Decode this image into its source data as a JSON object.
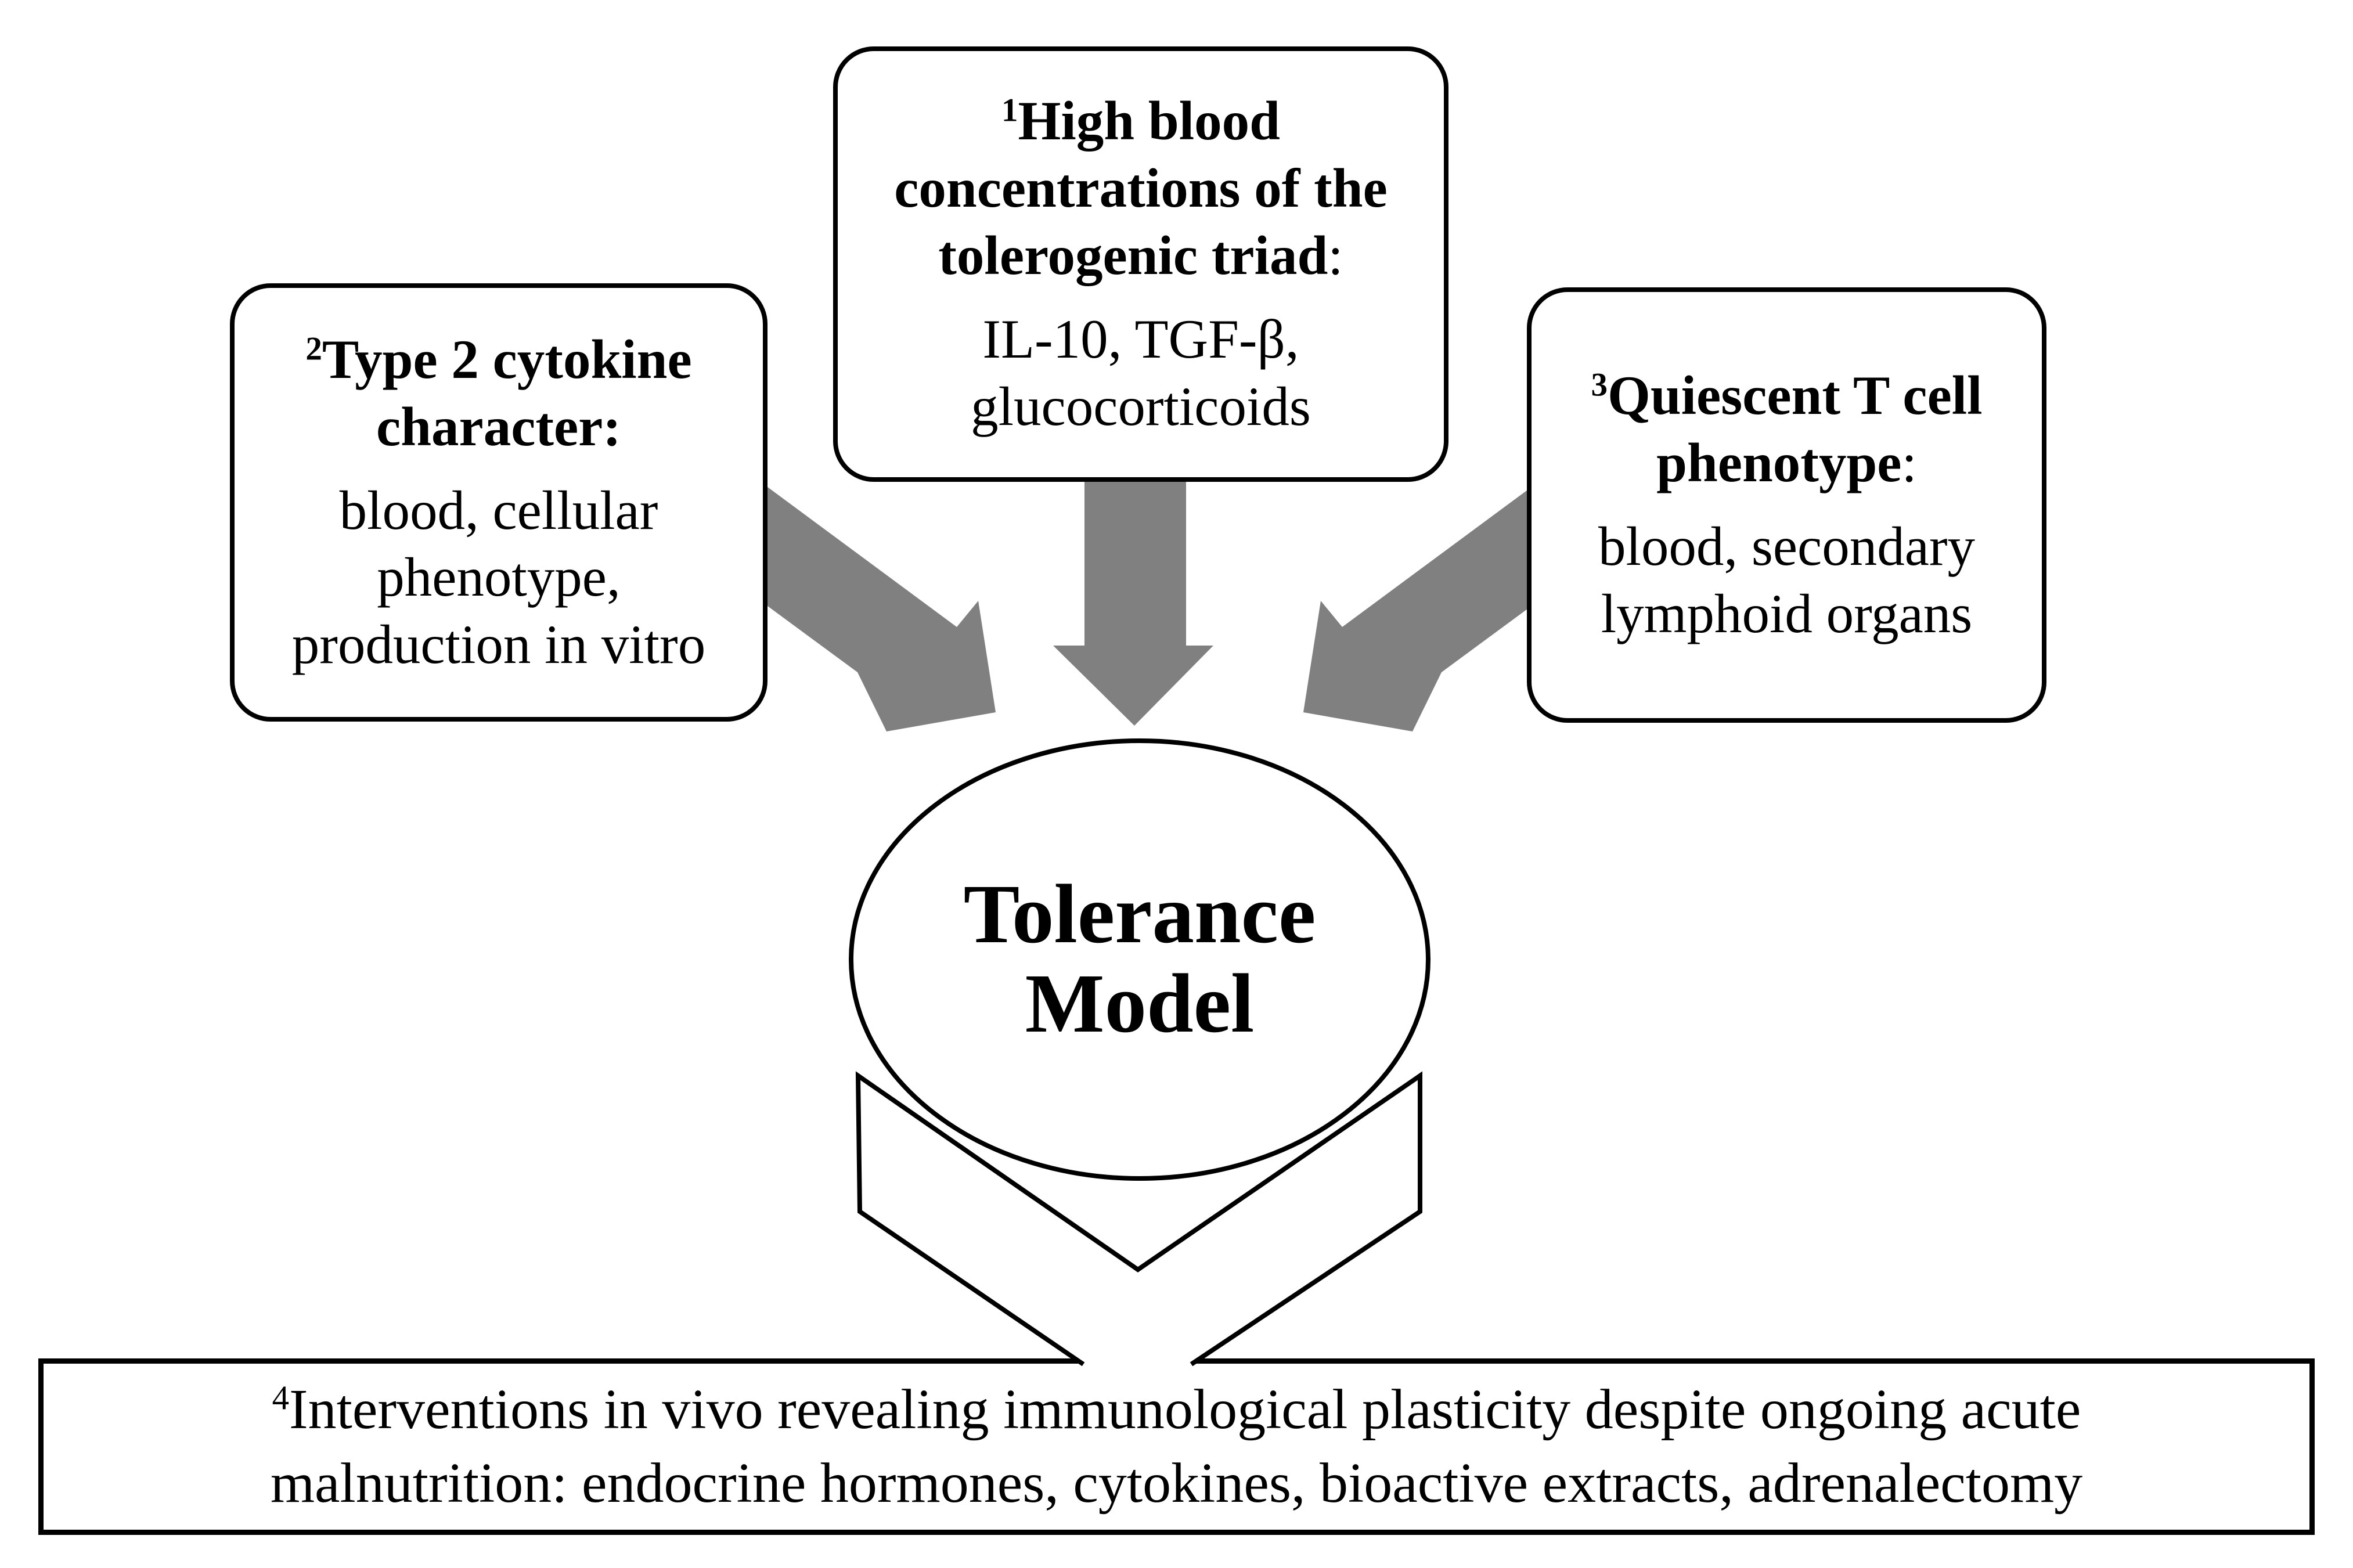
{
  "palette": {
    "arrow_gray": "#808080",
    "ink": "#000000",
    "background": "#ffffff"
  },
  "boxes": {
    "tolerogenic_triad": {
      "sup": "1",
      "title_lines": [
        "High blood",
        "concentrations of the",
        "tolerogenic triad"
      ],
      "title_suffix": ":",
      "body_lines": [
        "IL-10, TGF-β,",
        "glucocorticoids"
      ]
    },
    "type2_cytokine": {
      "sup": "2",
      "title_lines": [
        "Type 2 cytokine",
        "character:"
      ],
      "title_suffix": "",
      "body_lines": [
        "blood, cellular",
        "phenotype,",
        "production in vitro"
      ]
    },
    "quiescent_tcell": {
      "sup": "3",
      "title_lines": [
        "Quiescent T cell",
        "phenotype"
      ],
      "title_suffix": ":",
      "body_lines": [
        "blood, secondary",
        "lymphoid organs"
      ]
    }
  },
  "ellipse": {
    "label_lines": [
      "Tolerance",
      "Model"
    ]
  },
  "bottom_box": {
    "sup": "4",
    "text_lines": [
      "Interventions in vivo revealing immunological plasticity despite ongoing acute",
      "malnutrition: endocrine hormones, cytokines, bioactive extracts, adrenalectomy"
    ]
  }
}
